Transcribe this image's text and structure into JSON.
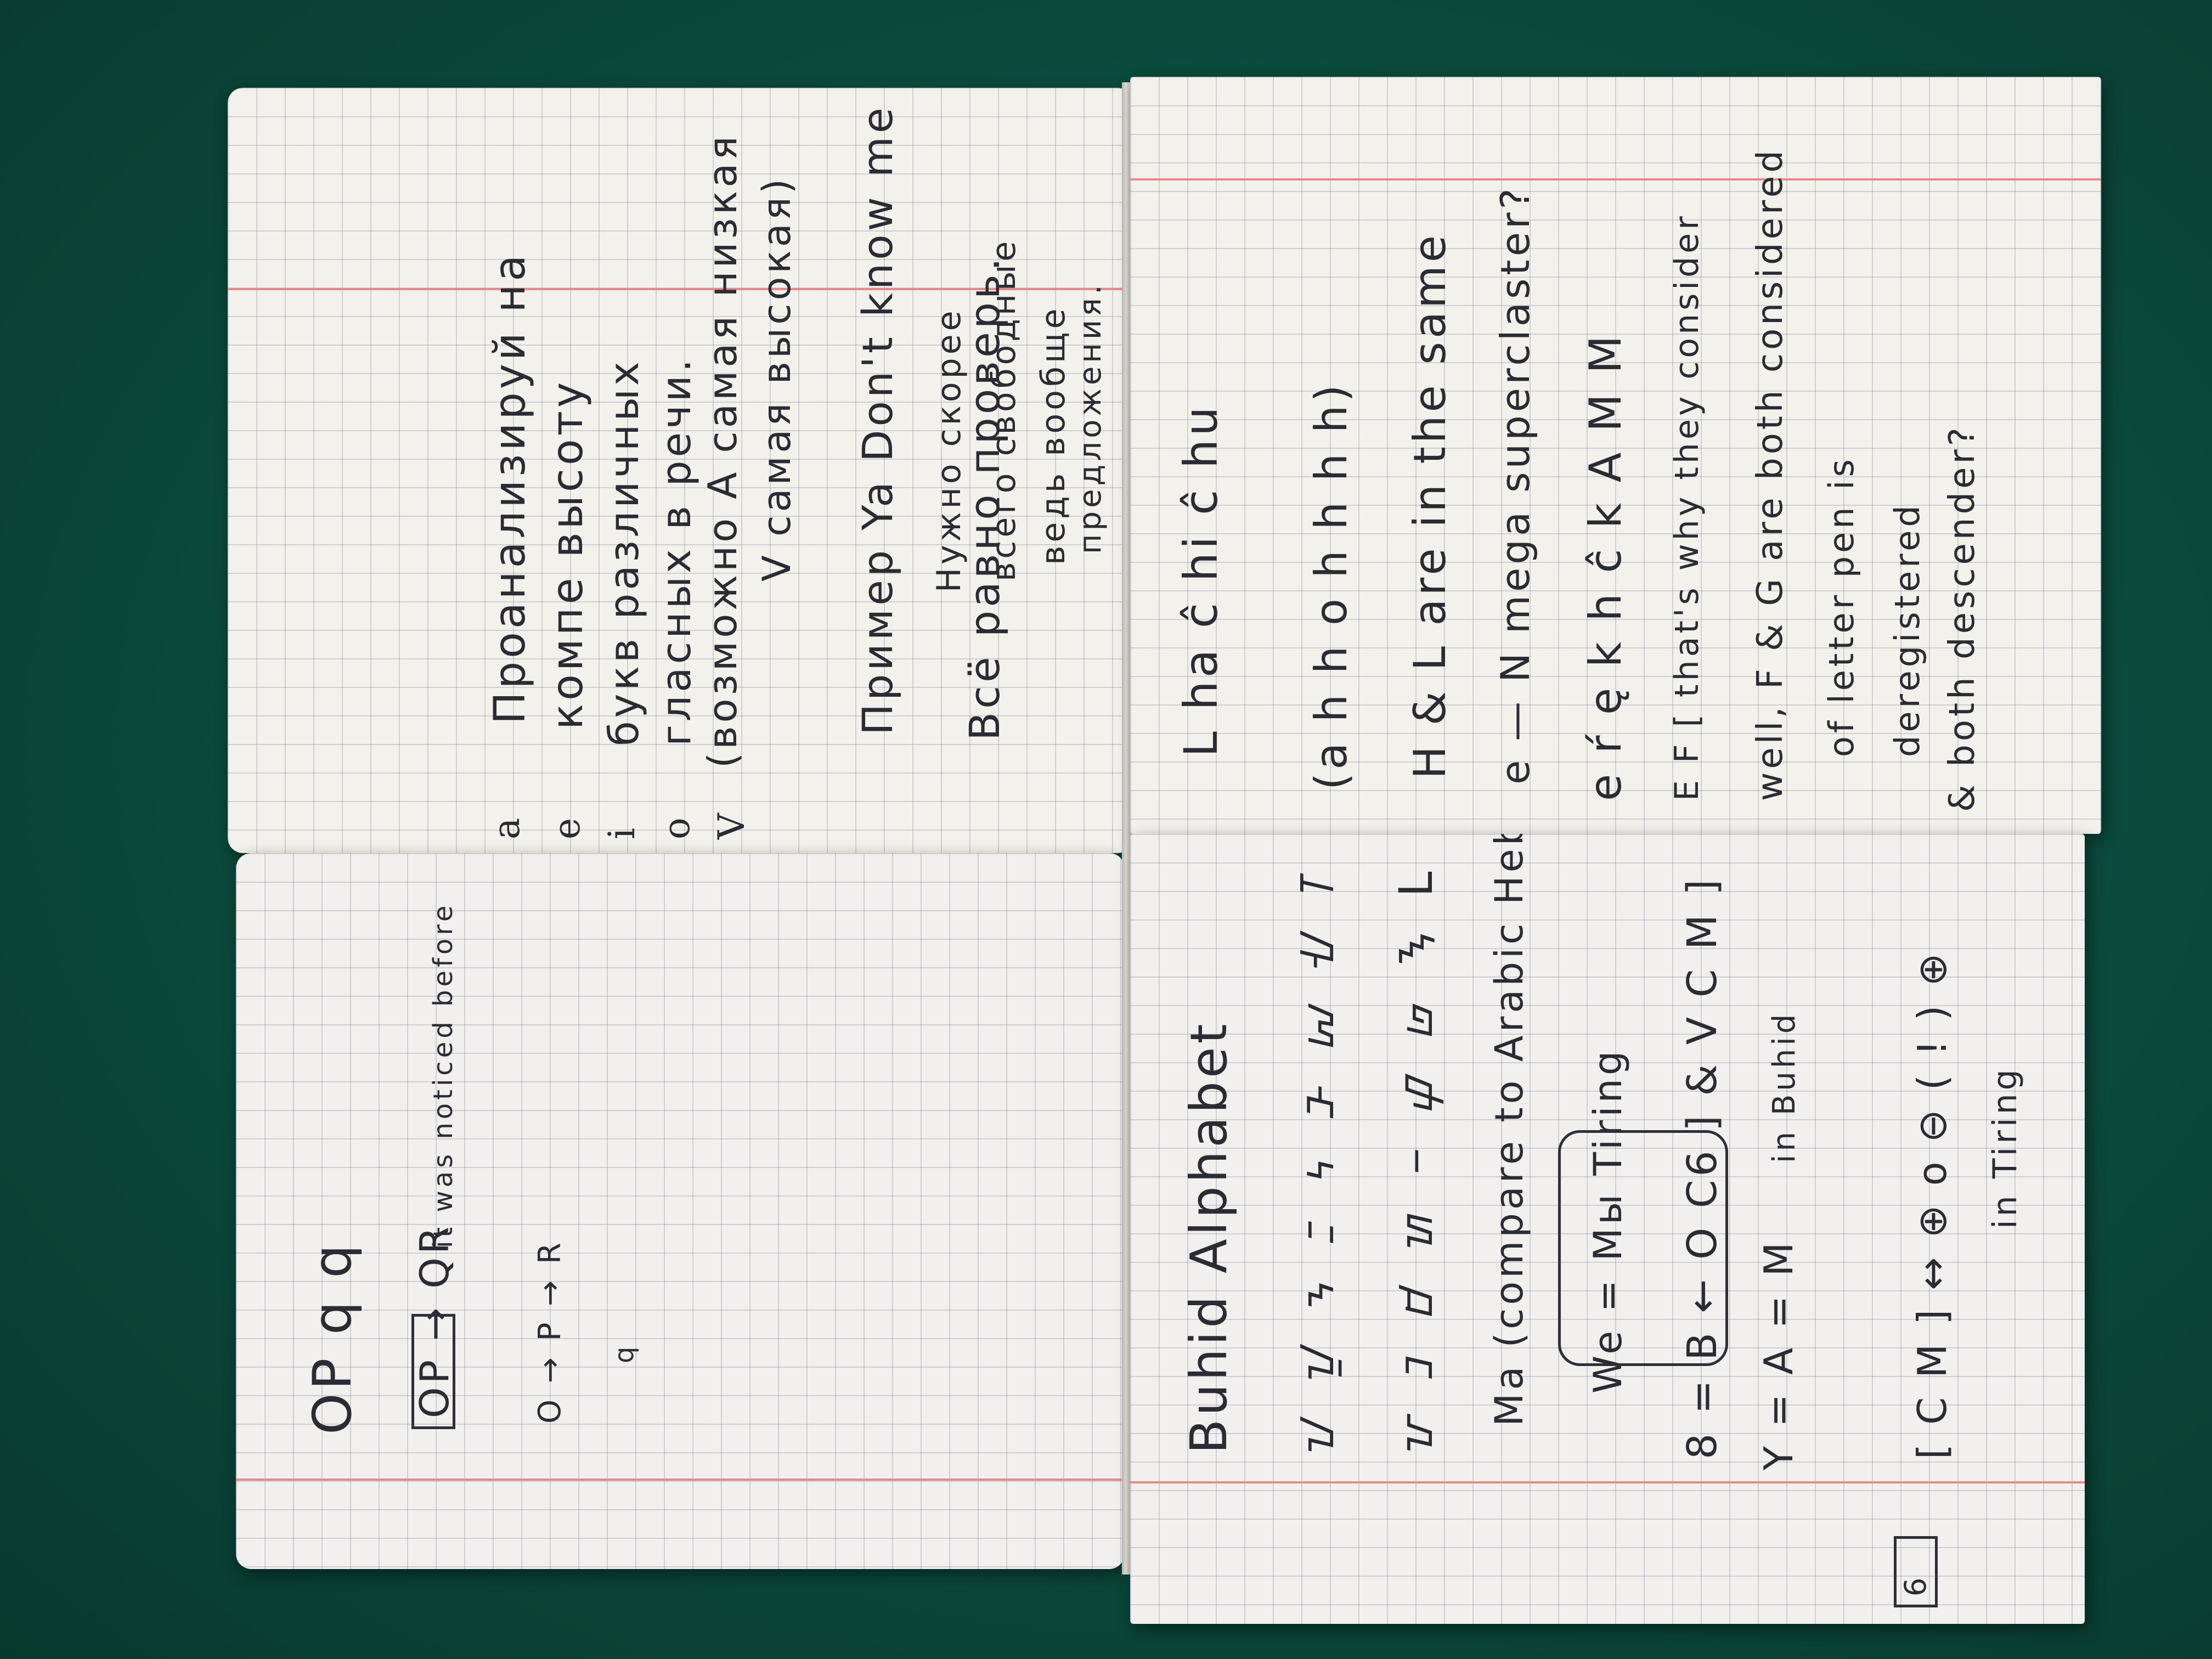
{
  "top_left_page": {
    "lines": [
      "Проанализируй на",
      "компе высоту",
      "букв различных",
      "гласных в речи.",
      "(возможно А самая низкая",
      "V самая высокая)",
      "Пример Ya Don't know me",
      "Нужно скорее",
      "всего свободные",
      "ведь вообще",
      "предложения.",
      "Всё равно проверь."
    ],
    "margin_letters": [
      "a",
      "e",
      "i",
      "o",
      "V"
    ]
  },
  "bottom_left_page": {
    "lines": [
      "OP q q",
      "OP → QR",
      "it was noticed before",
      "O → P → R",
      "q"
    ]
  },
  "top_right_page": {
    "lines": [
      "L ha ĉ hi ĉ hu",
      "(a h h o h h h h)",
      "H & L are in the same",
      "e — N mega superclaster?",
      "e ŕ ę k h ĉ k A M M",
      "E F [ that's why they consider",
      "well, F & G are both considered",
      "of letter pen is",
      "deregistered",
      "& both descender?"
    ]
  },
  "bottom_right_page": {
    "lines": [
      "Buhid Alphabet",
      "ᝀ ᝁ ᝂ ᝃ ᝄ ᝅ ᝆ ᝇ ᝈ",
      "ᝉ ᝊ ᝋ ᝌ ᝍ ᝎ ᝏ ᝐ L",
      "Ma (compare to Arabic Hebrew",
      "We = Мы Tiring",
      "8 = B ← O C6 ] & V C M ]",
      "in Buhid",
      "Y = A = M",
      "[ C M ] ↔ ⊕ o ⊖ ( ! ) ⊕",
      "in Tiring"
    ],
    "page_number": "6"
  }
}
